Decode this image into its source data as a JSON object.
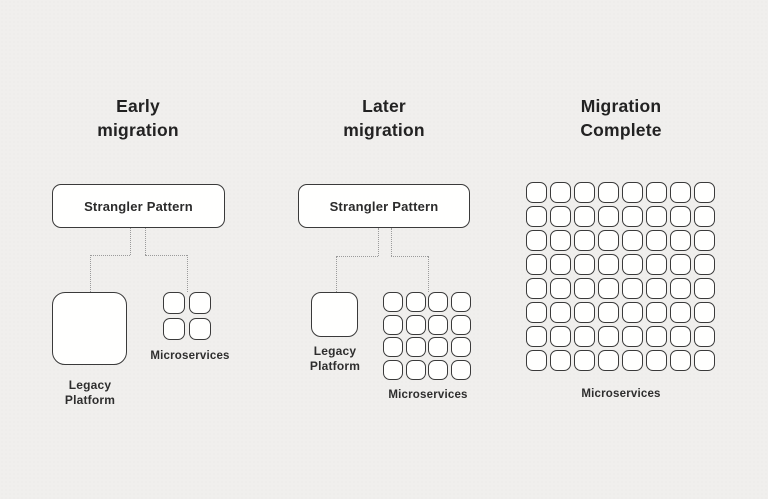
{
  "diagram": {
    "background_color": "#f0efed",
    "box_fill": "#ffffff",
    "box_border_color": "#3a3a3a",
    "connector_color": "#9b9b9b",
    "connector_style": "dotted"
  },
  "panels": [
    {
      "id": "early",
      "title_line1": "Early",
      "title_line2": "migration",
      "strangler_label": "Strangler Pattern",
      "legacy_label_line1": "Legacy",
      "legacy_label_line2": "Platform",
      "micro_label": "Microservices",
      "micro_grid": {
        "rows": 2,
        "cols": 2,
        "count": 4
      }
    },
    {
      "id": "later",
      "title_line1": "Later",
      "title_line2": "migration",
      "strangler_label": "Strangler Pattern",
      "legacy_label_line1": "Legacy",
      "legacy_label_line2": "Platform",
      "micro_label": "Microservices",
      "micro_grid": {
        "rows": 4,
        "cols": 4,
        "count": 16
      }
    },
    {
      "id": "complete",
      "title_line1": "Migration",
      "title_line2": "Complete",
      "micro_label": "Microservices",
      "micro_grid": {
        "rows": 8,
        "cols": 8,
        "count": 64
      }
    }
  ]
}
